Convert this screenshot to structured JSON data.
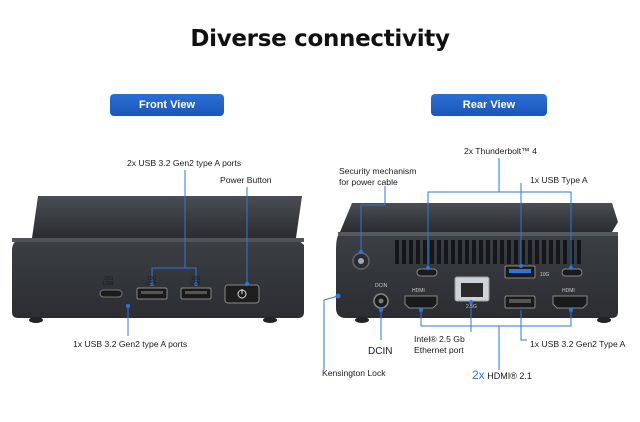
{
  "title": "Diverse connectivity",
  "front": {
    "label": "Front View",
    "callouts": {
      "usb_a_top": "2x USB 3.2 Gen2 type A ports",
      "power": "Power Button",
      "usb_bottom": "1x USB 3.2 Gen2 type A ports"
    },
    "port_marks": [
      "20G",
      "10G",
      "10G"
    ],
    "usb_text": "USB"
  },
  "rear": {
    "label": "Rear View",
    "callouts": {
      "security_1": "Security mechanism",
      "security_2": "for power cable",
      "thunderbolt": "2x Thunderbolt™ 4",
      "usb_a": "1x  USB Type A",
      "dcin": "DCIN",
      "ethernet_1": "Intel® 2.5 Gb",
      "ethernet_2": "Ethernet port",
      "usb_gen2": "1x USB 3.2 Gen2 Type A",
      "kensington": "Kensington Lock",
      "hdmi_count": "2x",
      "hdmi_name": "HDMI® 2.1"
    },
    "port_marks": {
      "hdmi": "HDMI",
      "lan": "2.5G",
      "usb_10g": "10G",
      "dcin": "DCIN"
    }
  },
  "colors": {
    "accent": "#2f74e0",
    "device": "#3a3d42",
    "pill": "#1b55b8"
  }
}
